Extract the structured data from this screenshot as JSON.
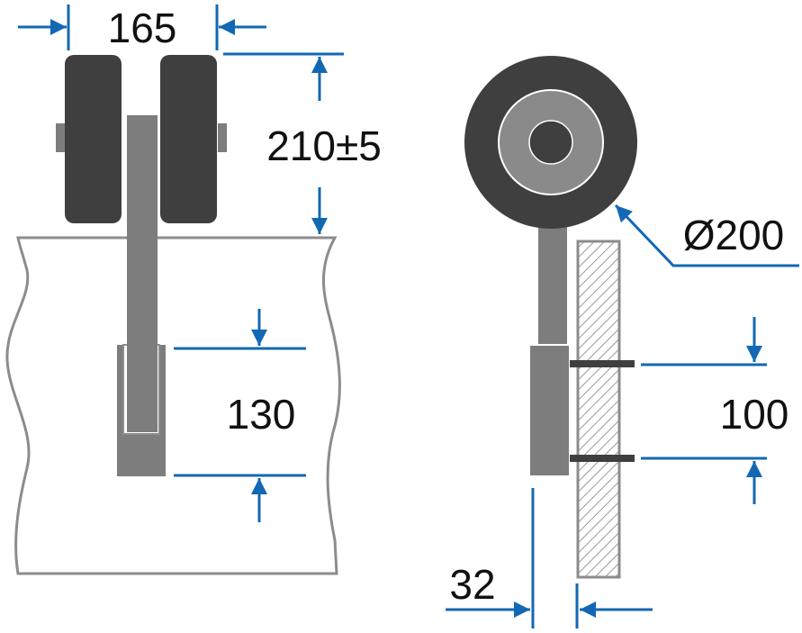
{
  "colors": {
    "dimension": "#1368b3",
    "outline": "#8c8c8c",
    "tire": "#3f3f3f",
    "metal": "#7d7d7d",
    "hub": "#8a8a8a",
    "hatch": "#9a9a9a",
    "text": "#111111",
    "background": "#ffffff"
  },
  "dimensions": {
    "wheel_pair_width": "165",
    "wheel_height": "210±5",
    "bracket_length": "130",
    "wheel_diameter": "Ø200",
    "bolt_spacing": "100",
    "mount_thickness": "32"
  }
}
